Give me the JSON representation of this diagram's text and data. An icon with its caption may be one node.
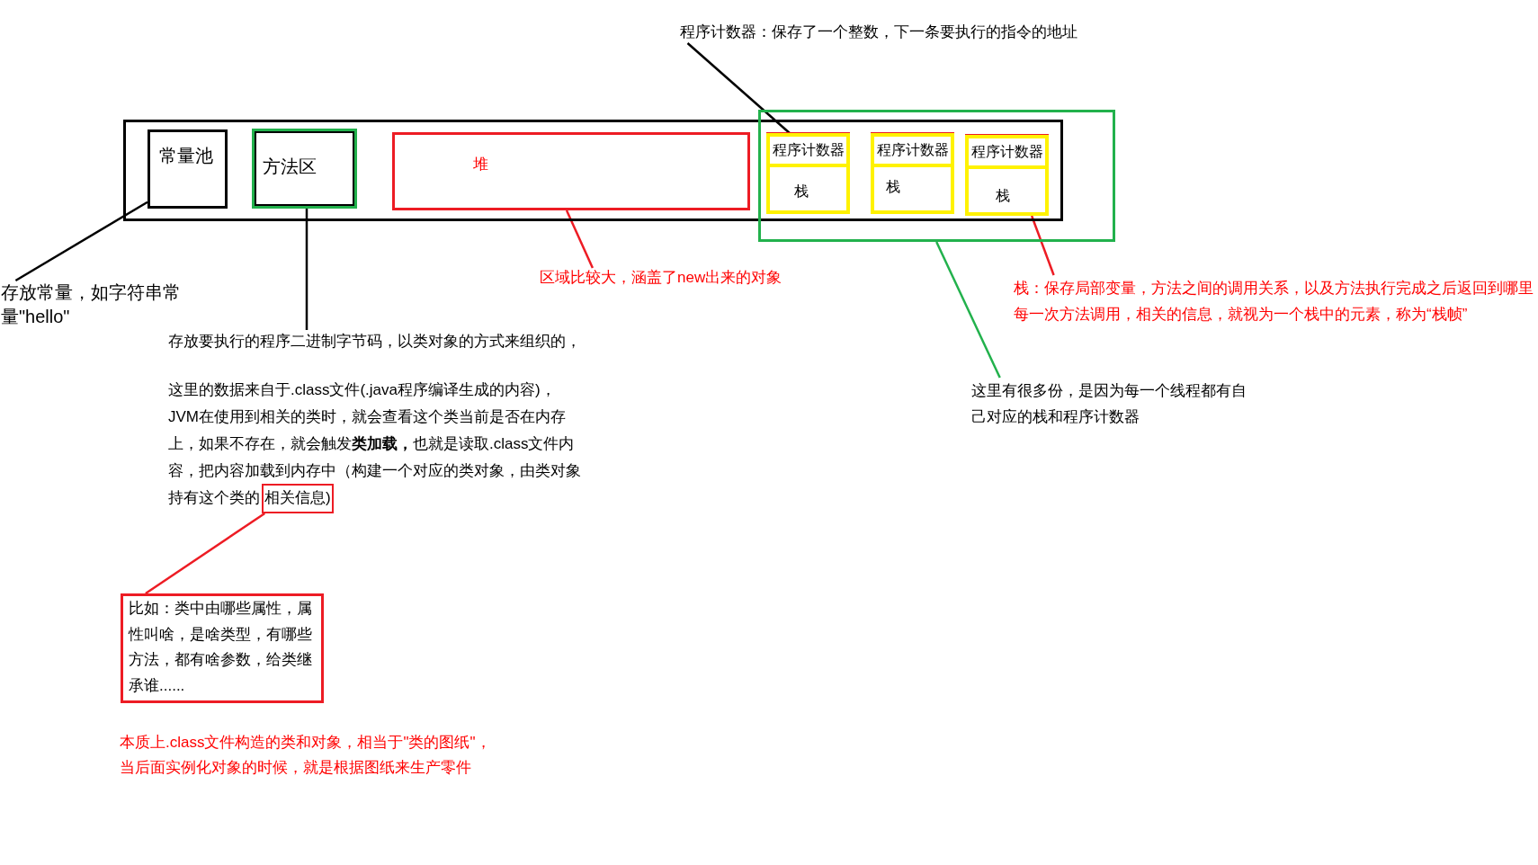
{
  "diagram": {
    "nodes": [
      {
        "text": [
          "程序计数器：保存了一个整数，下一条要执行的指令的地址"
        ]
      },
      {
        "text": [],
        "shape": "box"
      },
      {
        "text": [
          "常量池"
        ],
        "in": 1
      },
      {
        "text": [
          "方法区"
        ],
        "in": 1
      },
      {
        "text": [
          "堆"
        ],
        "in": 1
      },
      {
        "text": [],
        "shape": "box"
      },
      {
        "text": [
          "程序计数器"
        ]
      },
      {
        "text": [
          "栈"
        ]
      },
      {
        "text": [
          "程序计数器"
        ]
      },
      {
        "text": [
          "栈"
        ]
      },
      {
        "text": [
          "程序计数器"
        ]
      },
      {
        "text": [
          "栈"
        ]
      },
      {
        "text": [
          "存放常量，如字符串常量\"hello\""
        ]
      },
      {
        "text": [
          "区域比较大，涵盖了new出来的对象"
        ]
      },
      {
        "text": [
          "栈：保存局部变量，方法之间的调用关系，以及方法执行完成之后返回到哪里每一次方法调用，相关的信息，就视为一个栈中的元素，称为“栈帧”"
        ]
      },
      {
        "text": [
          "存放要执行的程序二进制字节码，以类对象的方式来组织的，",
          "这里的数据来自于.class文件(.java程序编译生成的内容)，",
          "JVM在使用到相关的类时，就会查看这个类当前是否在内存上，如果不存在，就会触发**类加载，**也就是读取.class文件内容，把内容加载到内存中（构建一个对应的类对象，由类对象持有这个类的相关信息)"
        ]
      },
      {
        "text": [
          "这里有很多份，是因为每一个线程都有自己对应的栈和程序计数器"
        ]
      },
      {
        "text": [],
        "shape": "box"
      },
      {
        "text": [
          "比如：类中由哪些属性，属性叫啥，是啥类型，有哪些方法，都有啥参数，给类继承谁......"
        ]
      }
    ],
    "edges": [
      {
        "from": 0,
        "to": 6,
        "arrow": "none"
      },
      {
        "from": 12,
        "to": 2,
        "arrow": "none"
      },
      {
        "from": 15,
        "to": 3,
        "arrow": "none"
      },
      {
        "from": 13,
        "to": 4,
        "arrow": "none",
        "color": "#ed1c24"
      },
      {
        "from": 14,
        "to": 11,
        "arrow": "none",
        "color": "#ed1c24"
      },
      {
        "from": 16,
        "to": 5,
        "arrow": "none",
        "color": "#22b14c"
      },
      {
        "from": 17,
        "to": 18,
        "arrow": "none",
        "color": "#ed1c24"
      }
    ],
    "labels": [
      "本质上.class文件构造的类和对象，相当于\"类的图纸\"，当后面实例化对象的时候，就是根据图纸来生产零件"
    ]
  }
}
